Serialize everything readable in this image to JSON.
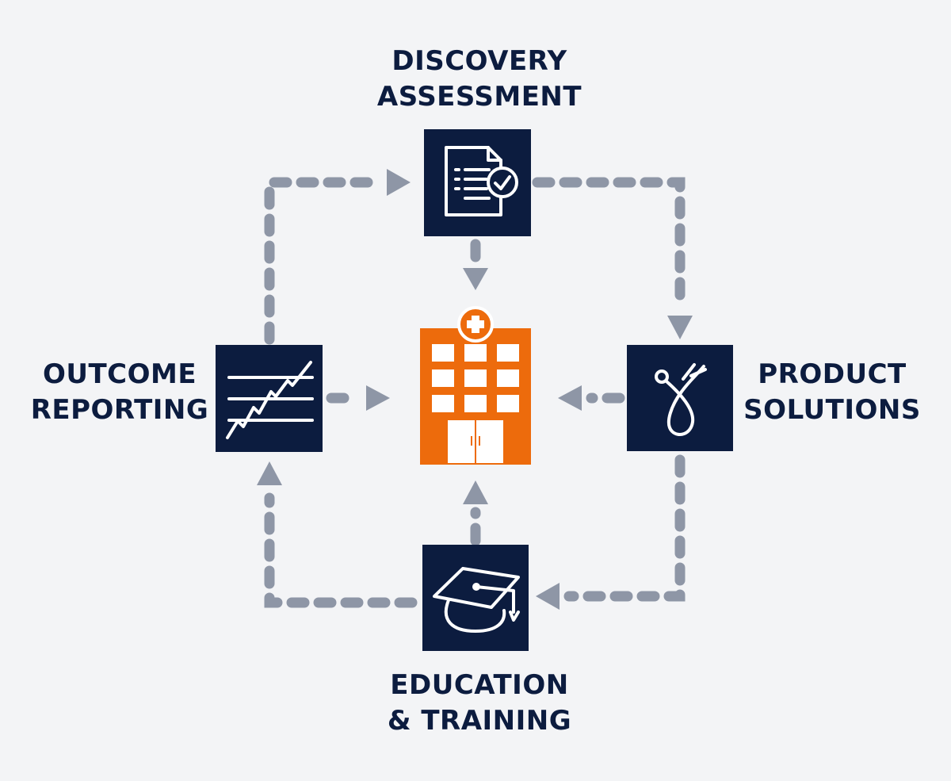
{
  "colors": {
    "background": "#f3f4f6",
    "node_fill": "#0c1c3f",
    "hub_fill": "#ed6b0c",
    "connector": "#8e96a6",
    "label_text": "#0c1c3f"
  },
  "nodes": {
    "discovery": {
      "line1": "DISCOVERY",
      "line2": "ASSESSMENT",
      "icon": "document-check-icon"
    },
    "product": {
      "line1": "PRODUCT",
      "line2": "SOLUTIONS",
      "icon": "catheter-icon"
    },
    "education": {
      "line1": "EDUCATION",
      "line2": "& TRAINING",
      "icon": "graduation-cap-icon"
    },
    "outcome": {
      "line1": "OUTCOME",
      "line2": "REPORTING",
      "icon": "line-chart-icon"
    }
  },
  "hub": {
    "icon": "hospital-icon"
  },
  "cycle": [
    "discovery",
    "product",
    "education",
    "outcome"
  ]
}
